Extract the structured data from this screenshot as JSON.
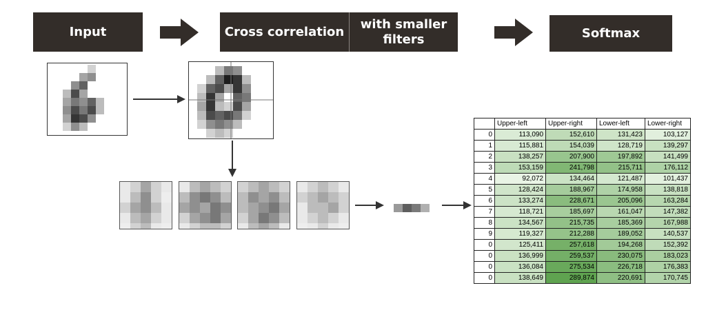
{
  "steps": {
    "input": "Input",
    "cross": "Cross correlation",
    "filters": "with smaller\nfilters",
    "softmax": "Softmax"
  },
  "table": {
    "headers": [
      "",
      "Upper-left",
      "Upper-right",
      "Lower-left",
      "Lower-right"
    ],
    "rows": [
      [
        "0",
        "113,090",
        "152,610",
        "131,423",
        "103,127"
      ],
      [
        "1",
        "115,881",
        "154,039",
        "128,719",
        "139,297"
      ],
      [
        "2",
        "138,257",
        "207,900",
        "197,892",
        "141,499"
      ],
      [
        "3",
        "153,159",
        "241,798",
        "215,711",
        "176,112"
      ],
      [
        "4",
        "92,072",
        "134,464",
        "121,487",
        "101,437"
      ],
      [
        "5",
        "128,424",
        "188,967",
        "174,958",
        "138,818"
      ],
      [
        "6",
        "133,274",
        "228,671",
        "205,096",
        "163,284"
      ],
      [
        "7",
        "118,721",
        "185,697",
        "161,047",
        "147,382"
      ],
      [
        "8",
        "134,567",
        "215,735",
        "185,369",
        "167,988"
      ],
      [
        "9",
        "119,327",
        "212,288",
        "189,052",
        "140,537"
      ],
      [
        "0",
        "125,411",
        "257,618",
        "194,268",
        "152,392"
      ],
      [
        "0",
        "136,999",
        "259,537",
        "230,075",
        "183,023"
      ],
      [
        "0",
        "136,084",
        "275,534",
        "226,718",
        "176,383"
      ],
      [
        "0",
        "138,649",
        "289,874",
        "220,691",
        "170,745"
      ]
    ]
  },
  "colors": {
    "header_bg": "#332d29",
    "green_light": "#e6f2e1",
    "green_dark": "#63a654"
  }
}
